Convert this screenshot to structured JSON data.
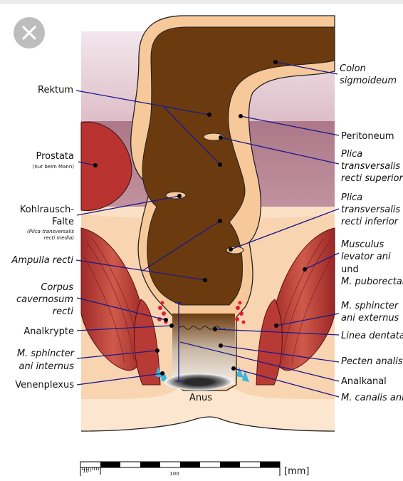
{
  "ui": {
    "close_icon": "close-icon"
  },
  "labels": {
    "rektum": "Rektum",
    "prostata": "Prostata",
    "prostata_note": "(nur beim Mann)",
    "kohlrausch_1": "Kohlrausch-",
    "kohlrausch_2": "Falte",
    "kohlrausch_note_1": "(Plica transversalis",
    "kohlrausch_note_2": "recti media)",
    "ampulla": "Ampulla recti",
    "corpus_1": "Corpus",
    "corpus_2": "cavernosum",
    "corpus_3": "recti",
    "analkrypte": "Analkrypte",
    "sphincter_int_1": "M. sphincter",
    "sphincter_int_2": "ani internus",
    "venenplexus": "Venenplexus",
    "colon_1": "Colon",
    "colon_2": "sigmoideum",
    "peritoneum": "Peritoneum",
    "plica_sup_1": "Plica",
    "plica_sup_2": "transversalis",
    "plica_sup_3": "recti superior",
    "plica_inf_1": "Plica",
    "plica_inf_2": "transversalis",
    "plica_inf_3": "recti inferior",
    "levator_1": "Musculus",
    "levator_2": "levator ani",
    "levator_3": "und",
    "levator_4": "M. puborectalis",
    "sphincter_ext_1": "M. sphincter",
    "sphincter_ext_2": "ani externus",
    "linea": "Linea dentata",
    "pecten": "Pecten analis",
    "analkanal": "Analkanal",
    "canalis": "M. canalis ani",
    "anus": "Anus"
  },
  "scale": {
    "tick_10": "10",
    "tick_100": "100",
    "unit": "[mm]"
  },
  "colors": {
    "feces": "#6b3b0f",
    "wall": "#f7c99a",
    "pelvis_top": "#c9a0ae",
    "pelvis_band": "#b4808f",
    "skin": "#fbe0c4",
    "muscle": "#b83a35",
    "prostate": "#b8332f",
    "pointer": "#1a1a8c"
  }
}
